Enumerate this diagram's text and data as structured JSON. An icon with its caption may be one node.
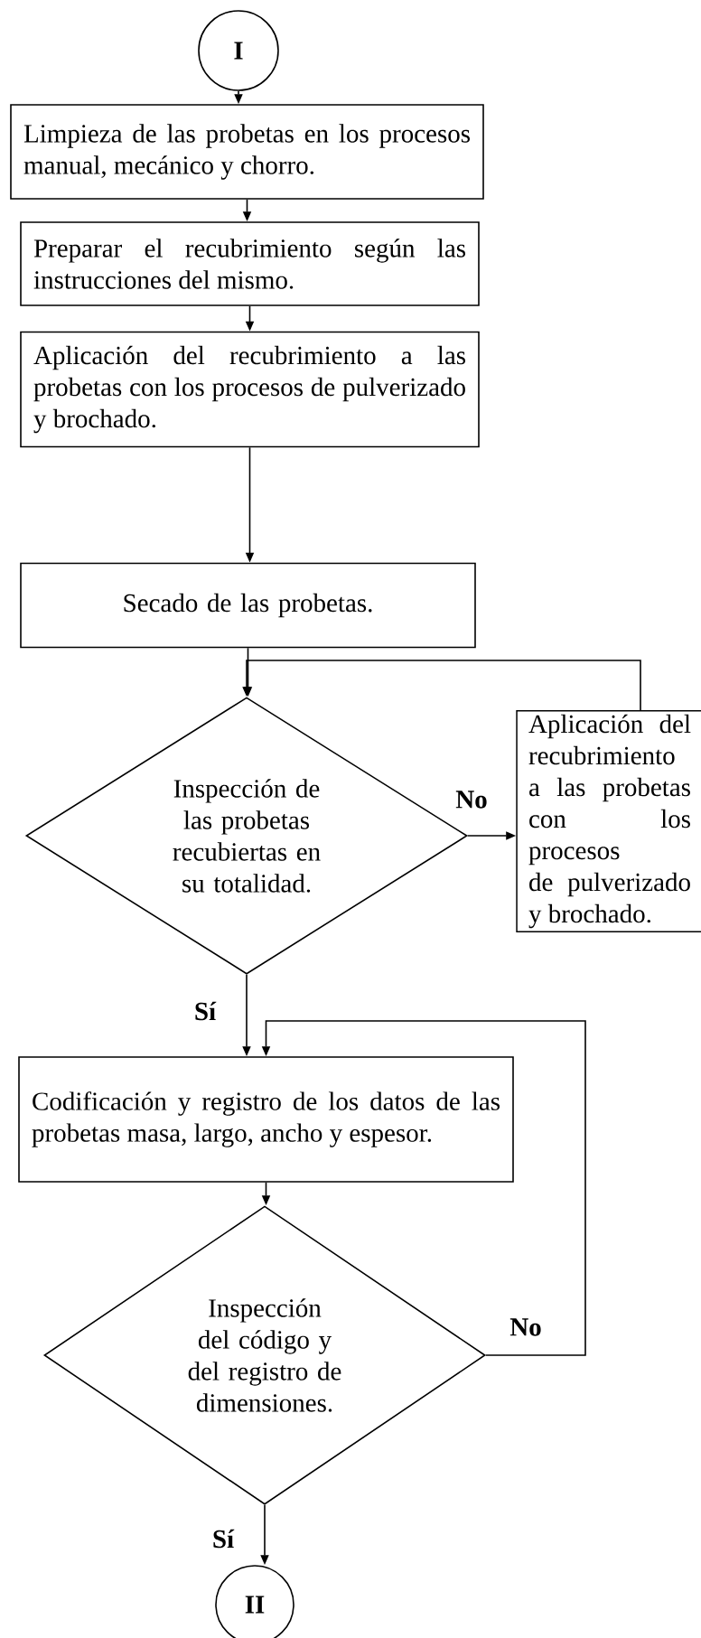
{
  "diagram": {
    "nodes": [
      {
        "text": [
          "I"
        ]
      },
      {
        "text": [
          "Limpieza de las probetas en los procesos manual, mecánico y chorro."
        ]
      },
      {
        "text": [
          "Preparar el recubrimiento según las instrucciones del mismo."
        ]
      },
      {
        "text": [
          "Aplicación del recubrimiento a las probetas con los procesos de pulverizado y brochado."
        ]
      },
      {
        "text": [
          "Secado de las probetas."
        ]
      },
      {
        "text": [
          "Inspección de las probetas recubiertas en su totalidad."
        ]
      },
      {
        "text": [
          "Aplicación del recubrimiento a las probetas con los procesos de pulverizado y brochado."
        ]
      },
      {
        "text": [
          "Codificación y registro de los datos de las probetas masa, largo, ancho y espesor."
        ]
      },
      {
        "text": [
          "Inspección del código y del registro de dimensiones."
        ]
      },
      {
        "text": [
          "II"
        ]
      }
    ],
    "edges": [
      {
        "from": 0,
        "to": 1,
        "arrow": "to"
      },
      {
        "from": 1,
        "to": 2,
        "arrow": "to"
      },
      {
        "from": 2,
        "to": 3,
        "arrow": "to"
      },
      {
        "from": 3,
        "to": 4,
        "arrow": "to"
      },
      {
        "from": 4,
        "to": 5,
        "arrow": "to"
      },
      {
        "from": 5,
        "to": 6,
        "arrow": "to",
        "label": "No"
      },
      {
        "from": 6,
        "to": 5,
        "arrow": "to"
      },
      {
        "from": 5,
        "to": 7,
        "arrow": "to",
        "label": "Sí"
      },
      {
        "from": 7,
        "to": 8,
        "arrow": "to"
      },
      {
        "from": 8,
        "to": 7,
        "arrow": "to",
        "label": "No"
      },
      {
        "from": 8,
        "to": 9,
        "arrow": "to",
        "label": "Sí"
      }
    ]
  }
}
